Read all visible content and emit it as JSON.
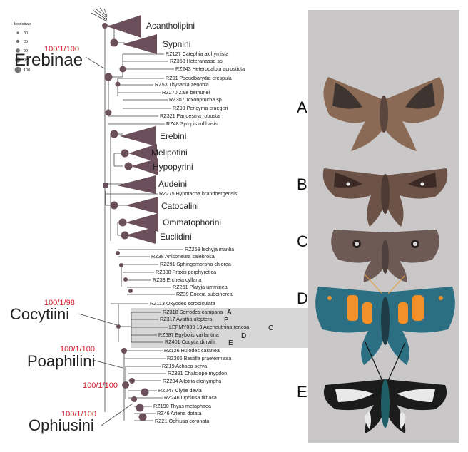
{
  "legend": {
    "title": "bootstrap",
    "items": [
      "80",
      "85",
      "90",
      "95",
      "100"
    ]
  },
  "subfamilies": {
    "erebinae": "Erebinae",
    "cocytiini": "Cocytiini",
    "poaphilini": "Poaphilini",
    "ophiusini": "Ophiusini"
  },
  "supports": {
    "erebinae": "100/1/100",
    "cocytiini": "100/1/98",
    "poaphilini": "100/1/100",
    "ophiusini_inner": "100/1/100",
    "ophiusini": "100/1/100"
  },
  "clades": [
    "Acantholipini",
    "Sypnini",
    "Erebini",
    "Melipotini",
    "Hypopyrini",
    "Audeini",
    "Catocalini",
    "Ommatophorini",
    "Euclidini"
  ],
  "taxa": {
    "rz127": "RZ127 Catephia alchymista",
    "rz350": "RZ350 Heteranassa sp",
    "rz243": "RZ243 Heteropalpia acrosticta",
    "rz91": "RZ91 Pseudbarydia crespula",
    "rz53": "RZ53 Thysania zenobia",
    "rz270": "RZ270 Zale bethunei",
    "rz307": "RZ307 Tcxonprucha sp",
    "rz99": "RZ99 Pericyma cruegeri",
    "rz321": "RZ321 Pandesma robusta",
    "rz48": "RZ48 Sympis rufibasis",
    "rz275": "RZ275 Hypotacha brandbergensis",
    "rz269": "RZ269 Ischyja manlia",
    "rz38": "RZ38 Anisoneura salebrosa",
    "rz291": "RZ291 Sphingomorpha chlorea",
    "rz308": "RZ308 Praxis porphyretica",
    "rz33": "RZ33 Ercheia cyllaria",
    "rz261": "RZ261 Platyja umminea",
    "rz39": "RZ39 Ericeia subcinerea",
    "rz113": "RZ113 Oxyodes scrobiculata",
    "rz318": "RZ318 Serrodes campana",
    "rz317": "RZ317 Avatha ulopterа",
    "lepmy039": "LEPMY039 13 Aneneuthina renosa",
    "rz687": "RZ687 Egybolis vaillantina",
    "rz401": "RZ401 Cocytia durvillii",
    "rz126": "RZ126 Hulodes caranea",
    "rz306": "RZ306 Bastilla praetermissa",
    "rz19": "RZ19 Achaea serva",
    "rz391": "RZ391 Chalciope mygdon",
    "rz294": "RZ294 Allotria elonympha",
    "rz247": "RZ247 Clytie devia",
    "rz246": "RZ246 Ophiusa tirhaca",
    "rz190": "RZ190 Thyas metaphaea",
    "rz46": "RZ46 Artena dotata",
    "rz21": "RZ21 Ophiusa coronata"
  },
  "tip_letters": {
    "a": "A",
    "b": "B",
    "c": "C",
    "d": "D",
    "e": "E"
  },
  "panel_letters": [
    "A",
    "B",
    "C",
    "D",
    "E"
  ]
}
